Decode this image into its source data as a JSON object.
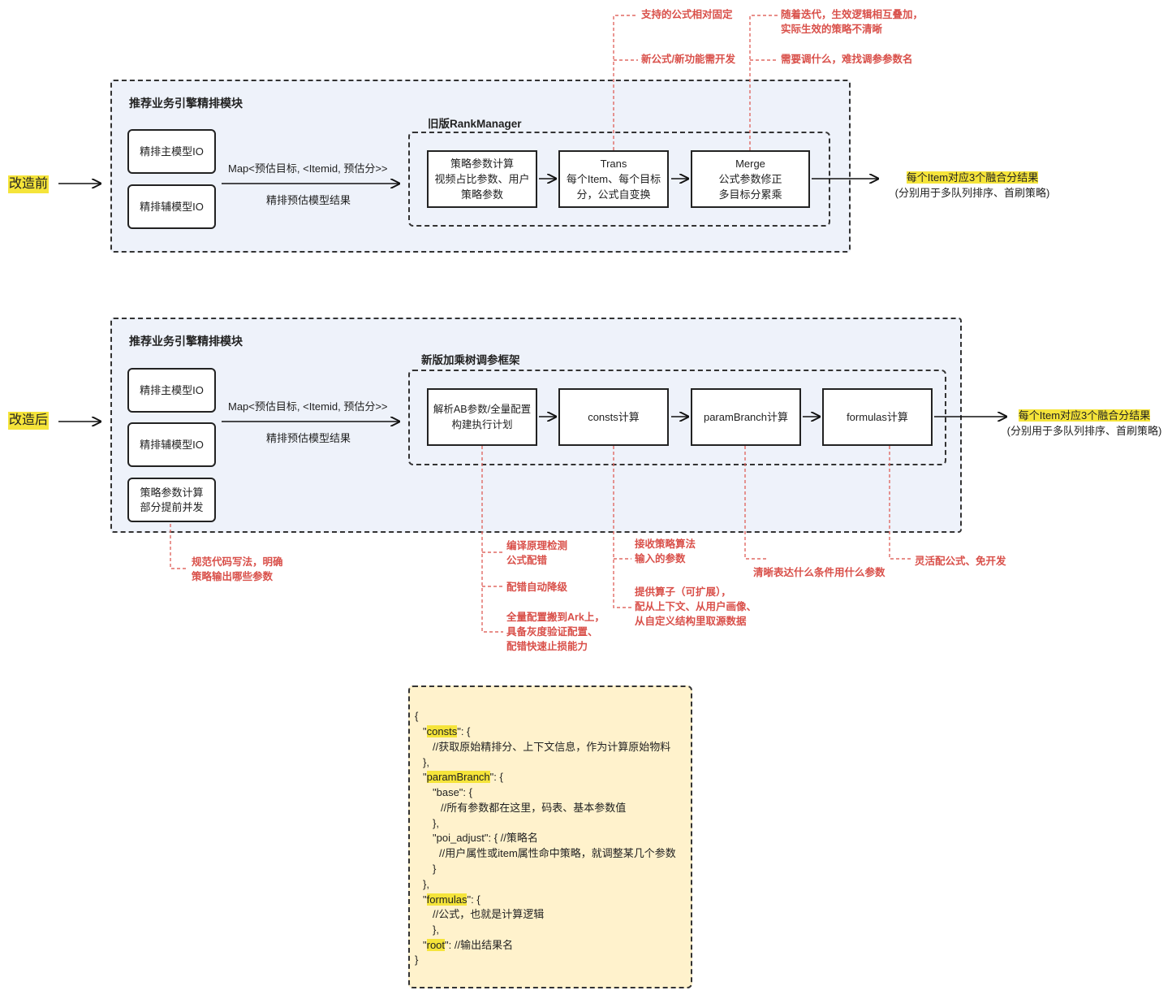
{
  "before": {
    "side_label": "改造前",
    "module_title": "推荐业务引擎精排模块",
    "inner_title": "旧版RankManager",
    "io_boxes": [
      "精排主模型IO",
      "精排辅模型IO"
    ],
    "map_label": "Map<预估目标, <Itemid, 预估分>>",
    "map_sublabel": "精排预估模型结果",
    "steps": [
      "策略参数计算\n视频占比参数、用户\n策略参数",
      "Trans\n每个Item、每个目标\n分，公式自变换",
      "Merge\n公式参数修正\n多目标分累乘"
    ],
    "result_line1": "每个Item对应3个融合分结果",
    "result_line2": "(分别用于多队列排序、首刷策略)",
    "notes": [
      "支持的公式相对固定",
      "新公式/新功能需开发",
      "随着迭代，生效逻辑相互叠加，\n实际生效的策略不清晰",
      "需要调什么，难找调参参数名"
    ]
  },
  "after": {
    "side_label": "改造后",
    "module_title": "推荐业务引擎精排模块",
    "inner_title": "新版加乘树调参框架",
    "io_boxes": [
      "精排主模型IO",
      "精排辅模型IO",
      "策略参数计算\n部分提前并发"
    ],
    "map_label": "Map<预估目标, <Itemid, 预估分>>",
    "map_sublabel": "精排预估模型结果",
    "steps": [
      "解析AB参数/全量配置\n构建执行计划",
      "consts计算",
      "paramBranch计算",
      "formulas计算"
    ],
    "result_line1": "每个Item对应3个融合分结果",
    "result_line2": "(分别用于多队列排序、首刷策略)",
    "notes": [
      "规范代码写法，明确\n策略输出哪些参数",
      "编译原理检测\n公式配错",
      "配错自动降级",
      "全量配置搬到Ark上，\n具备灰度验证配置、\n配错快速止损能力",
      "接收策略算法\n输入的参数",
      "提供算子（可扩展），\n配从上下文、从用户画像、\n从自定义结构里取源数据",
      "清晰表达什么条件用什么参数",
      "灵活配公式、免开发"
    ]
  },
  "code": {
    "open": "{",
    "consts_key": "consts",
    "consts_tail": "\": {",
    "consts_comment": "//获取原始精排分、上下文信息，作为计算原始物料",
    "consts_close": "},",
    "param_key": "paramBranch",
    "param_tail": "\": {",
    "base_line": "\"base\": {",
    "base_comment": "//所有参数都在这里，码表、基本参数值",
    "base_close": "},",
    "poi_line": "\"poi_adjust\": { //策略名",
    "poi_comment": "//用户属性或item属性命中策略，就调整某几个参数",
    "poi_close": "}",
    "param_close": "},",
    "formulas_key": "formulas",
    "formulas_tail": "\": {",
    "formulas_comment": "//公式，也就是计算逻辑",
    "formulas_close": "},",
    "root_key": "root",
    "root_tail": "\": //输出结果名",
    "close": "}"
  }
}
